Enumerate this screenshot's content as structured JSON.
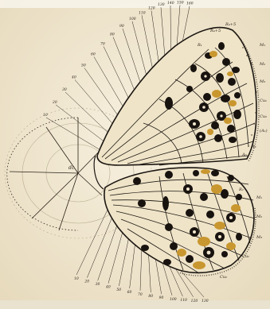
{
  "plate": {
    "colors": {
      "paper": "#f4ecd8",
      "paper_edge": "#e2d6b8",
      "ink": "#1c1712",
      "spot": "#18130f",
      "ochre": "#c9972f",
      "ring": "#f1e6cf"
    },
    "degree_labels_top": [
      "10",
      "20",
      "30",
      "40",
      "50",
      "60",
      "70",
      "80",
      "90",
      "100",
      "110",
      "120",
      "130",
      "140",
      "150",
      "160"
    ],
    "degree_labels_bottom": [
      "10",
      "20",
      "30",
      "40",
      "50",
      "60",
      "70",
      "80",
      "90",
      "100",
      "110",
      "120",
      "130"
    ],
    "forewing_vein_labels": [
      "M₁",
      "M₂",
      "M₃",
      "Cu₁",
      "Cu₂",
      "(A₁)",
      "A₂",
      "A₃",
      "R₁",
      "R₄+5"
    ],
    "hindwing_vein_labels": [
      "R₁",
      "R₂",
      "M₁",
      "M₂",
      "M₃",
      "Cu₁",
      "Cu₂"
    ],
    "center_label": "dc",
    "top_small": "R₄+5"
  }
}
